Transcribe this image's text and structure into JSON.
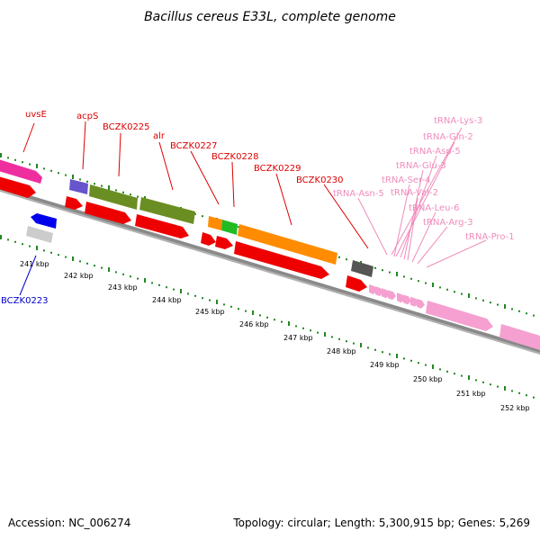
{
  "title": "Bacillus cereus E33L, complete genome",
  "footer": {
    "accession": "Accession: NC_006274",
    "topology": "Topology: circular; Length: 5,300,915 bp; Genes: 5,269"
  },
  "colors": {
    "label_red": "#dd0000",
    "label_blue": "#0000cc",
    "label_pink": "#f08cbc",
    "cds_red": "#ee0000",
    "dot_green": "#228822",
    "axis_gray": "#888888"
  },
  "scale_labels": [
    {
      "kbp": 241,
      "text": "241 kbp"
    },
    {
      "kbp": 242,
      "text": "242 kbp"
    },
    {
      "kbp": 243,
      "text": "243 kbp"
    },
    {
      "kbp": 244,
      "text": "244 kbp"
    },
    {
      "kbp": 245,
      "text": "245 kbp"
    },
    {
      "kbp": 246,
      "text": "246 kbp"
    },
    {
      "kbp": 247,
      "text": "247 kbp"
    },
    {
      "kbp": 248,
      "text": "248 kbp"
    },
    {
      "kbp": 249,
      "text": "249 kbp"
    },
    {
      "kbp": 250,
      "text": "250 kbp"
    },
    {
      "kbp": 251,
      "text": "251 kbp"
    },
    {
      "kbp": 252,
      "text": "252 kbp"
    }
  ],
  "gene_labels": [
    {
      "text": "uvsE",
      "color": "red"
    },
    {
      "text": "acpS",
      "color": "red"
    },
    {
      "text": "BCZK0225",
      "color": "red"
    },
    {
      "text": "alr",
      "color": "red"
    },
    {
      "text": "BCZK0227",
      "color": "red"
    },
    {
      "text": "BCZK0228",
      "color": "red"
    },
    {
      "text": "BCZK0229",
      "color": "red"
    },
    {
      "text": "BCZK0230",
      "color": "red"
    },
    {
      "text": "BCZK0223",
      "color": "blue"
    },
    {
      "text": "tRNA-Lys-3",
      "color": "pink"
    },
    {
      "text": "tRNA-Gln-2",
      "color": "pink"
    },
    {
      "text": "tRNA-Asp-5",
      "color": "pink"
    },
    {
      "text": "tRNA-Glu-3",
      "color": "pink"
    },
    {
      "text": "tRNA-Ser-4",
      "color": "pink"
    },
    {
      "text": "tRNA-Asn-5",
      "color": "pink"
    },
    {
      "text": "tRNA-Val-2",
      "color": "pink"
    },
    {
      "text": "tRNA-Leu-6",
      "color": "pink"
    },
    {
      "text": "tRNA-Arg-3",
      "color": "pink"
    },
    {
      "text": "tRNA-Pro-1",
      "color": "pink"
    }
  ]
}
